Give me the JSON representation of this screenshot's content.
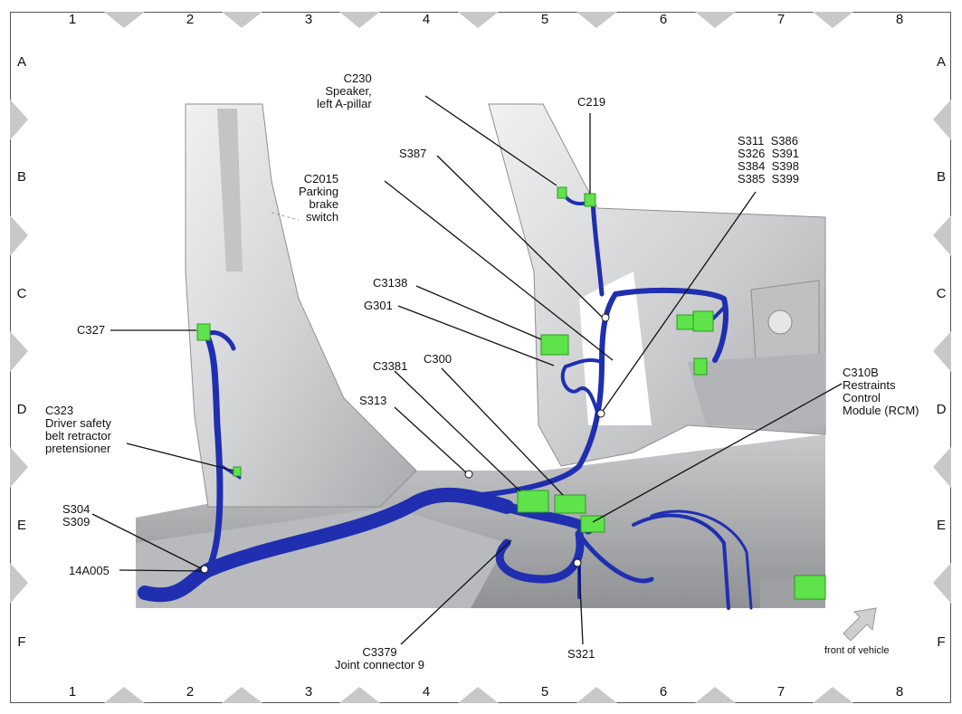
{
  "grid": {
    "columns": [
      "1",
      "2",
      "3",
      "4",
      "5",
      "6",
      "7",
      "8"
    ],
    "rows": [
      "A",
      "B",
      "C",
      "D",
      "E",
      "F"
    ]
  },
  "labels": {
    "c230": "C230\nSpeaker,\nleft A-pillar",
    "c219": "C219",
    "s387": "S387",
    "splices": "S311  S386\nS326  S391\nS384  S398\nS385  S399",
    "c2015": "C2015\nParking\nbrake\nswitch",
    "c3138": "C3138",
    "g301": "G301",
    "c327": "C327",
    "c3381": "C3381",
    "c300": "C300",
    "c310b": "C310B\nRestraints\nControl\nModule (RCM)",
    "s313": "S313",
    "c323": "C323\nDriver safety\nbelt retractor\npretensioner",
    "s304": "S304\nS309",
    "a14005": "14A005",
    "c3379": "C3379\nJoint connector 9",
    "s321": "S321",
    "front": "front of vehicle"
  },
  "colors": {
    "harness": "#1f2fb0",
    "connector": "#5ee34a",
    "panel": "#d9dadc"
  }
}
